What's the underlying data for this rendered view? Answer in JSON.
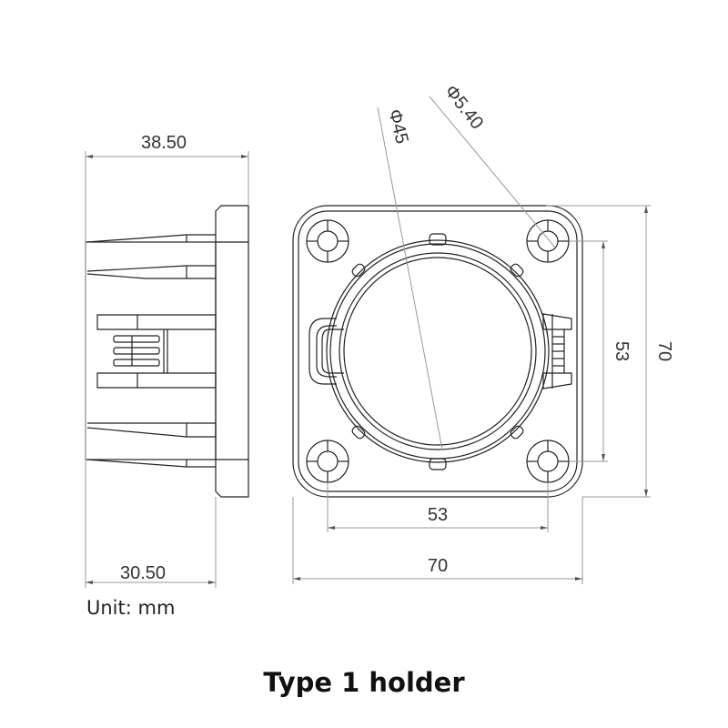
{
  "caption": "Type 1 holder",
  "unit_label": "Unit: mm",
  "side_view": {
    "top_width_dimension": "38.50",
    "bottom_width_dimension": "30.50"
  },
  "front_view": {
    "hole_spacing_horizontal": "53",
    "overall_width": "70",
    "hole_spacing_vertical": "53",
    "overall_height": "70",
    "bore_diameter": "Φ45",
    "mounting_hole_diameter": "Φ5.40"
  },
  "colors": {
    "line": "#222222",
    "dimension_line": "#999999",
    "background": "#ffffff"
  }
}
